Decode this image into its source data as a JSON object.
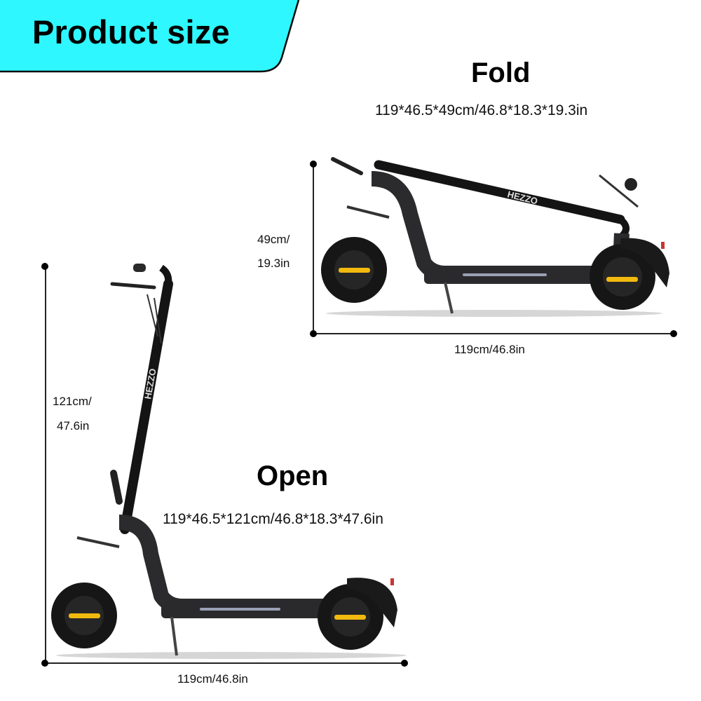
{
  "banner": {
    "title": "Product size",
    "color": "#2ef7ff"
  },
  "fold": {
    "title": "Fold",
    "dimensions": "119*46.5*49cm/46.8*18.3*19.3in",
    "height_label_line1": "49cm/",
    "height_label_line2": "19.3in",
    "length_label": "119cm/46.8in",
    "brand_text": "HEZZO"
  },
  "open": {
    "title": "Open",
    "dimensions": "119*46.5*121cm/46.8*18.3*47.6in",
    "height_label_line1": "121cm/",
    "height_label_line2": "47.6in",
    "length_label": "119cm/46.8in",
    "brand_text": "HEZZO"
  },
  "colors": {
    "accent_reflector": "#f2b90f",
    "scooter_body": "#1c1c1e",
    "deck_gray": "#3a3a3e"
  }
}
